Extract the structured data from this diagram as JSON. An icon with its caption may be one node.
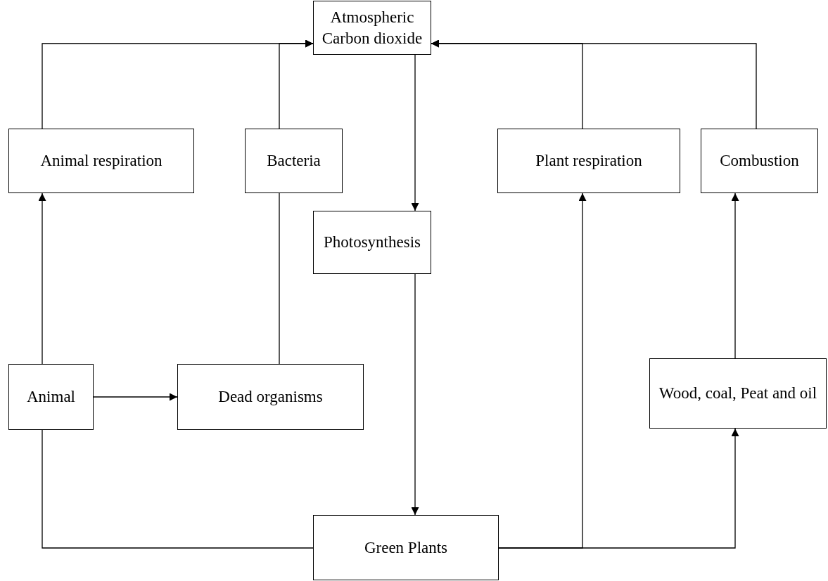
{
  "diagram": {
    "nodes": [
      {
        "text": [
          "Atmospheric Carbon dioxide"
        ]
      },
      {
        "text": [
          "Animal respiration"
        ]
      },
      {
        "text": [
          "Bacteria"
        ]
      },
      {
        "text": [
          "Plant respiration"
        ]
      },
      {
        "text": [
          "Combustion"
        ]
      },
      {
        "text": [
          "Photosynthesis"
        ]
      },
      {
        "text": [
          "Animal"
        ]
      },
      {
        "text": [
          "Dead organisms"
        ]
      },
      {
        "text": [
          "Wood, coal, Peat and oil"
        ]
      },
      {
        "text": [
          "Green Plants"
        ]
      }
    ],
    "edges": [
      {
        "from": 1,
        "to": 0,
        "arrow": "to"
      },
      {
        "from": 2,
        "to": 0,
        "arrow": "to"
      },
      {
        "from": 3,
        "to": 0,
        "arrow": "to"
      },
      {
        "from": 4,
        "to": 0,
        "arrow": "to"
      },
      {
        "from": 0,
        "to": 5,
        "arrow": "to"
      },
      {
        "from": 5,
        "to": 9,
        "arrow": "to"
      },
      {
        "from": 6,
        "to": 1,
        "arrow": "to"
      },
      {
        "from": 7,
        "to": 2,
        "arrow": "none"
      },
      {
        "from": 6,
        "to": 7,
        "arrow": "to"
      },
      {
        "from": 9,
        "to": 6,
        "arrow": "none"
      },
      {
        "from": 9,
        "to": 3,
        "arrow": "to"
      },
      {
        "from": 9,
        "to": 8,
        "arrow": "to"
      },
      {
        "from": 8,
        "to": 4,
        "arrow": "to"
      }
    ]
  }
}
